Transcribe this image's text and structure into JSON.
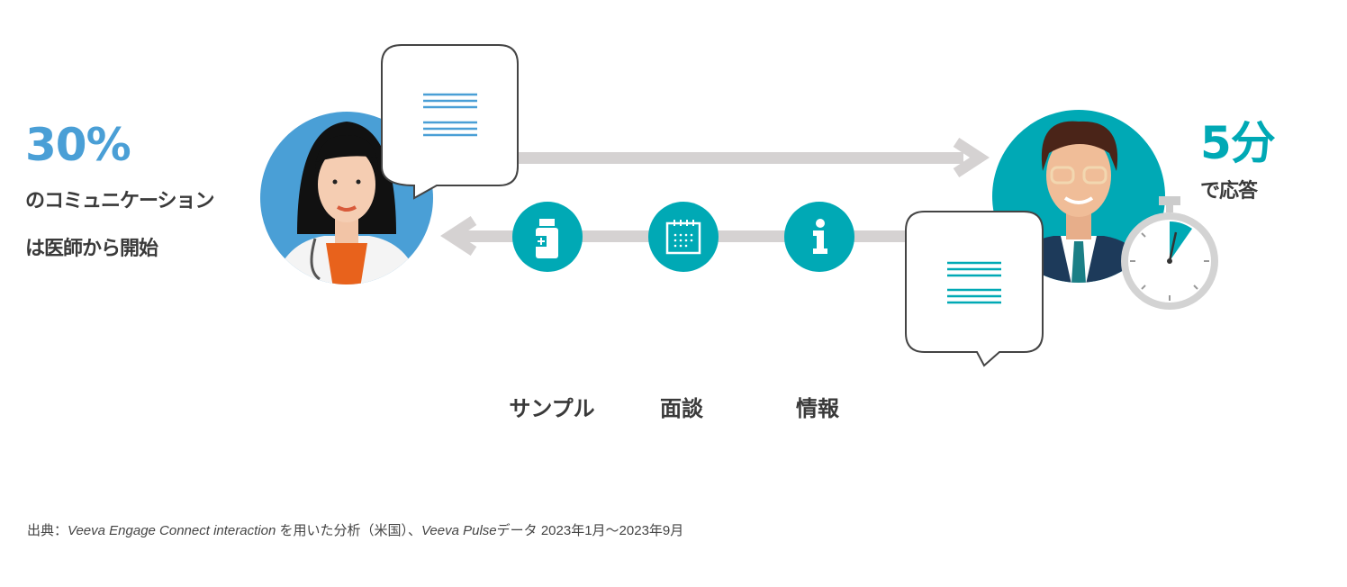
{
  "left_stat": {
    "value": "30%",
    "line1": "のコミュニケーション",
    "line2": "は医師から開始"
  },
  "right_stat": {
    "value": "5分",
    "line1": "で応答"
  },
  "channels": [
    {
      "label": "サンプル",
      "icon": "medicine-bottle-icon"
    },
    {
      "label": "面談",
      "icon": "calendar-icon"
    },
    {
      "label": "情報",
      "icon": "info-icon"
    }
  ],
  "footer": {
    "prefix": "出典：",
    "source1": "Veeva Engage Connect interaction",
    "mid": "を用いた分析（米国）、",
    "source2": "Veeva Pulse",
    "suffix": "データ 2023年1月～2023年9月"
  },
  "colors": {
    "blue": "#4a9fd6",
    "teal": "#00a9b5",
    "arrow": "#d5d2d2",
    "text": "#3a3a3a"
  }
}
